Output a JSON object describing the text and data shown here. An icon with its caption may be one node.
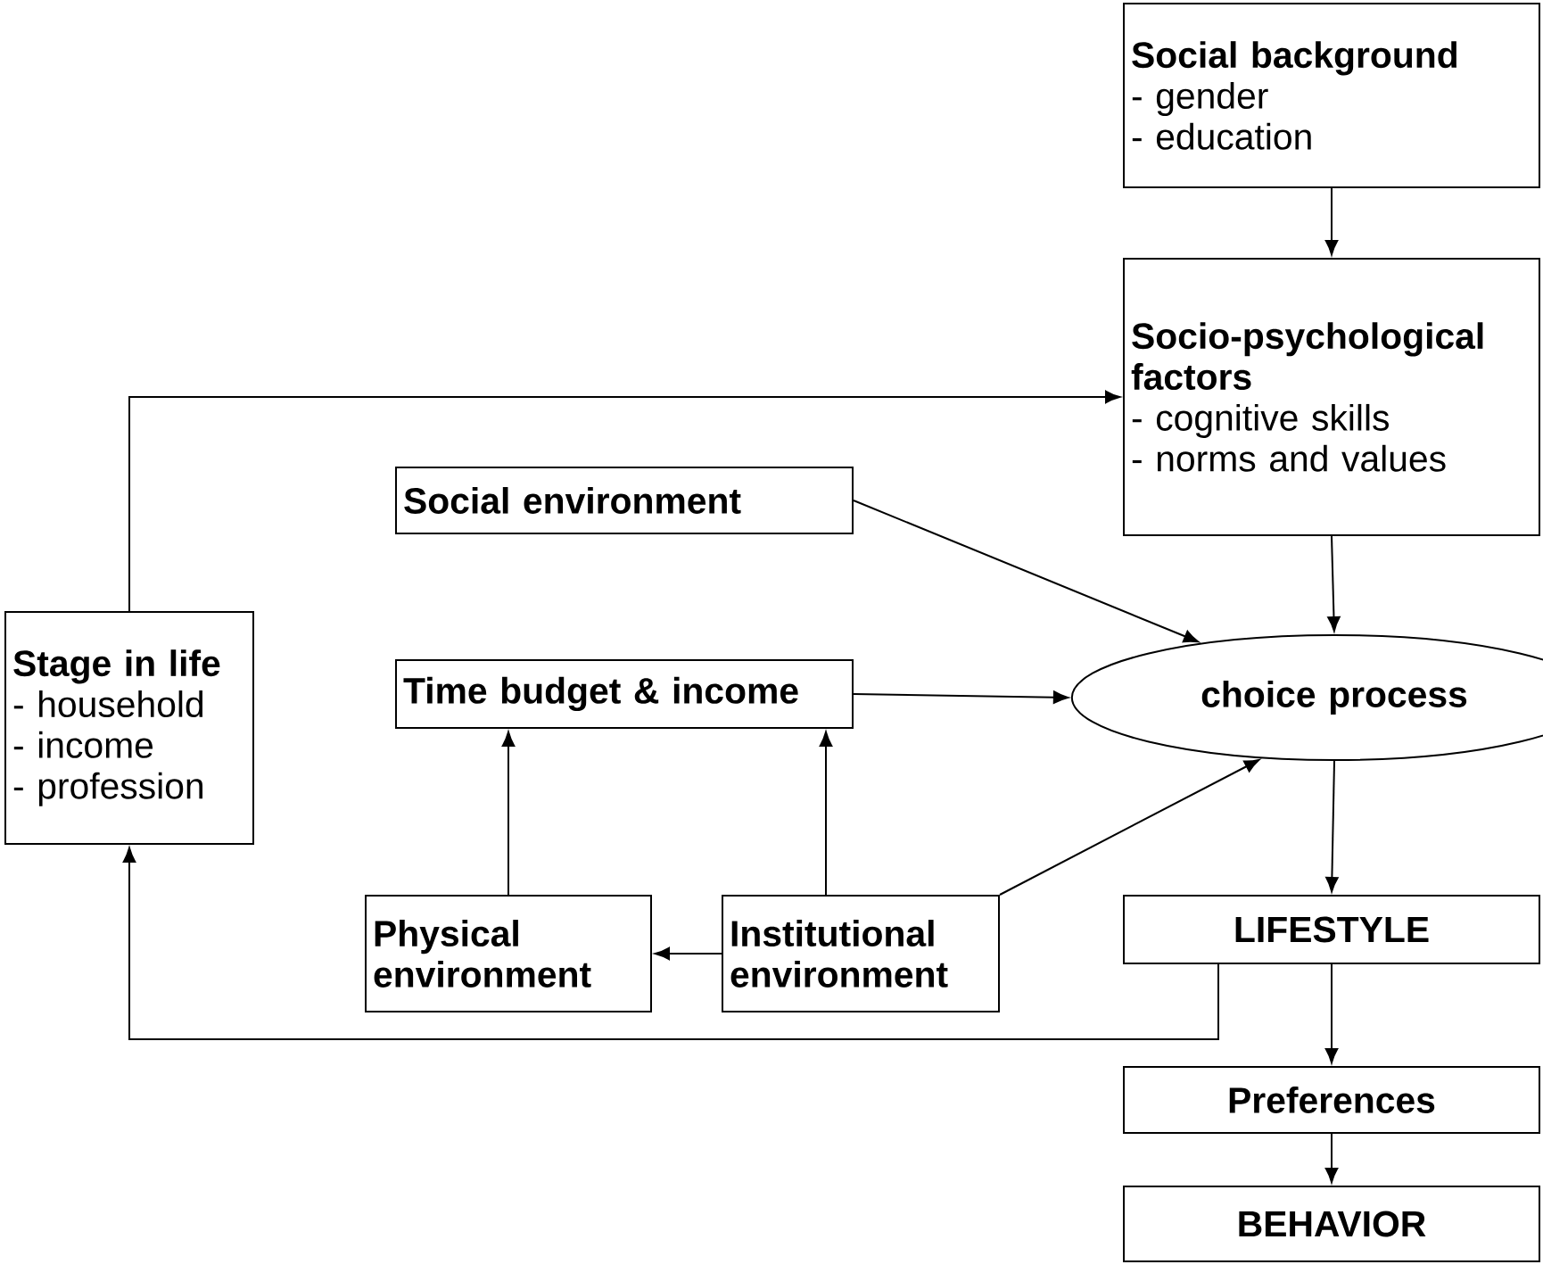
{
  "diagram": {
    "nodes": [
      {
        "text": [
          "Social background",
          "- gender",
          "- education"
        ]
      },
      {
        "text": [
          "Socio-psychological factors",
          "- cognitive skills",
          "- norms and values"
        ]
      },
      {
        "text": [
          "Social environment"
        ]
      },
      {
        "text": [
          "Stage in life",
          "- household",
          "- income",
          "- profession"
        ]
      },
      {
        "text": [
          "Time budget & income"
        ]
      },
      {
        "text": [
          "choice process"
        ]
      },
      {
        "text": [
          "Physical environment"
        ]
      },
      {
        "text": [
          "Institutional environment"
        ]
      },
      {
        "text": [
          "LIFESTYLE"
        ]
      },
      {
        "text": [
          "Preferences"
        ]
      },
      {
        "text": [
          "BEHAVIOR"
        ]
      }
    ],
    "edges": [
      {
        "from": 0,
        "to": 1,
        "arrow": "to"
      },
      {
        "from": 3,
        "to": 1,
        "arrow": "to"
      },
      {
        "from": 2,
        "to": 5,
        "arrow": "to"
      },
      {
        "from": 1,
        "to": 5,
        "arrow": "to"
      },
      {
        "from": 4,
        "to": 5,
        "arrow": "to"
      },
      {
        "from": 7,
        "to": 5,
        "arrow": "to"
      },
      {
        "from": 6,
        "to": 4,
        "arrow": "to"
      },
      {
        "from": 7,
        "to": 4,
        "arrow": "to"
      },
      {
        "from": 7,
        "to": 6,
        "arrow": "to"
      },
      {
        "from": 5,
        "to": 8,
        "arrow": "to"
      },
      {
        "from": 8,
        "to": 3,
        "arrow": "to"
      },
      {
        "from": 8,
        "to": 9,
        "arrow": "to"
      },
      {
        "from": 9,
        "to": 10,
        "arrow": "to"
      }
    ]
  }
}
